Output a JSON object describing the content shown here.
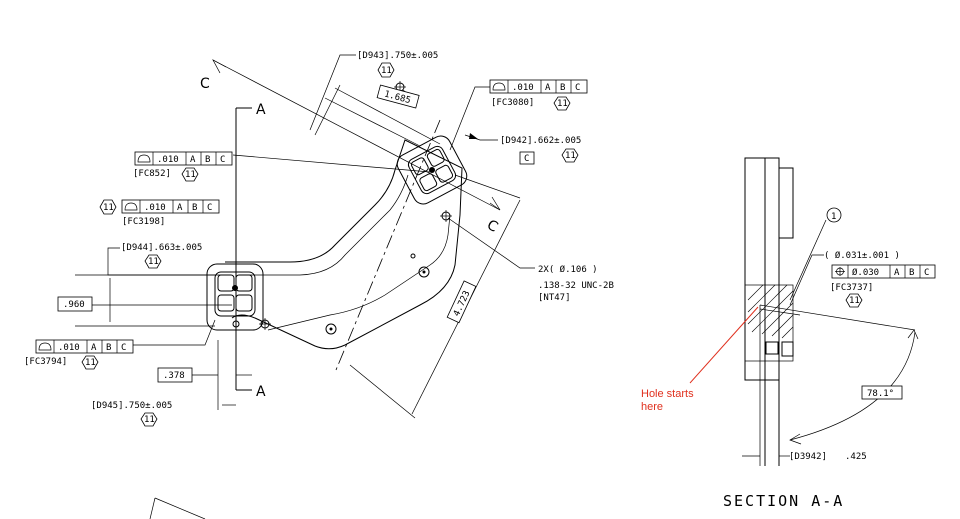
{
  "callouts": {
    "d943": "[D943].750±.005",
    "tag11": "11",
    "dim1685": "1.685",
    "fc3080_tol": ".010",
    "fc3080": "[FC3080]",
    "d942": "[D942].662±.005",
    "datum_c": "C",
    "fc852_tol": ".010",
    "fc852": "[FC852]",
    "fc3198_tol": ".010",
    "fc3198": "[FC3198]",
    "d944": "[D944].663±.005",
    "dim960": ".960",
    "fc3794_tol": ".010",
    "fc3794": "[FC3794]",
    "dim378": ".378",
    "d945": "[D945].750±.005",
    "hole_qty": "2X( Ø.106 )",
    "thread": ".138-32 UNC-2B",
    "nt47": "[NT47]",
    "dim4723": "4.723",
    "datum_a": "A",
    "datum_b": "B",
    "datum_cc": "C"
  },
  "section": {
    "title": "SECTION A-A",
    "balloon": "1",
    "pin": "( Ø.031±.001 )",
    "pos_tol": "Ø.030",
    "fc3737": "[FC3737]",
    "angle": "78.1°",
    "d3942": "[D3942]",
    "d3942_val": ".425"
  },
  "view_labels": {
    "c": "C",
    "a": "A"
  },
  "note": {
    "line1": "Hole starts",
    "line2": "here",
    "color": "#e0301e"
  }
}
